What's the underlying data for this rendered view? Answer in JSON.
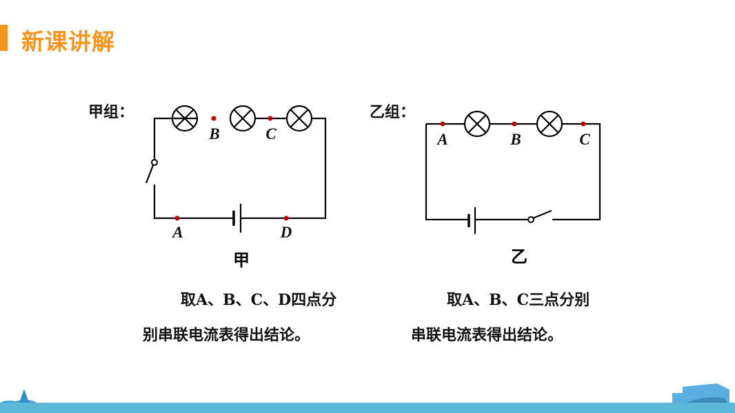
{
  "header": {
    "title": "新课讲解",
    "accent_color": "#f7941d"
  },
  "group_a": {
    "heading": "甲组：",
    "points": [
      "A",
      "B",
      "C",
      "D"
    ],
    "caption": "甲",
    "text_line1": "取A、B、C、D四点分",
    "text_line2": "别串联电流表得出结论。"
  },
  "group_b": {
    "heading": "乙组：",
    "points": [
      "A",
      "B",
      "C"
    ],
    "caption": "乙",
    "text_line1": "取A、B、C三点分别",
    "text_line2": "串联电流表得出结论。"
  }
}
